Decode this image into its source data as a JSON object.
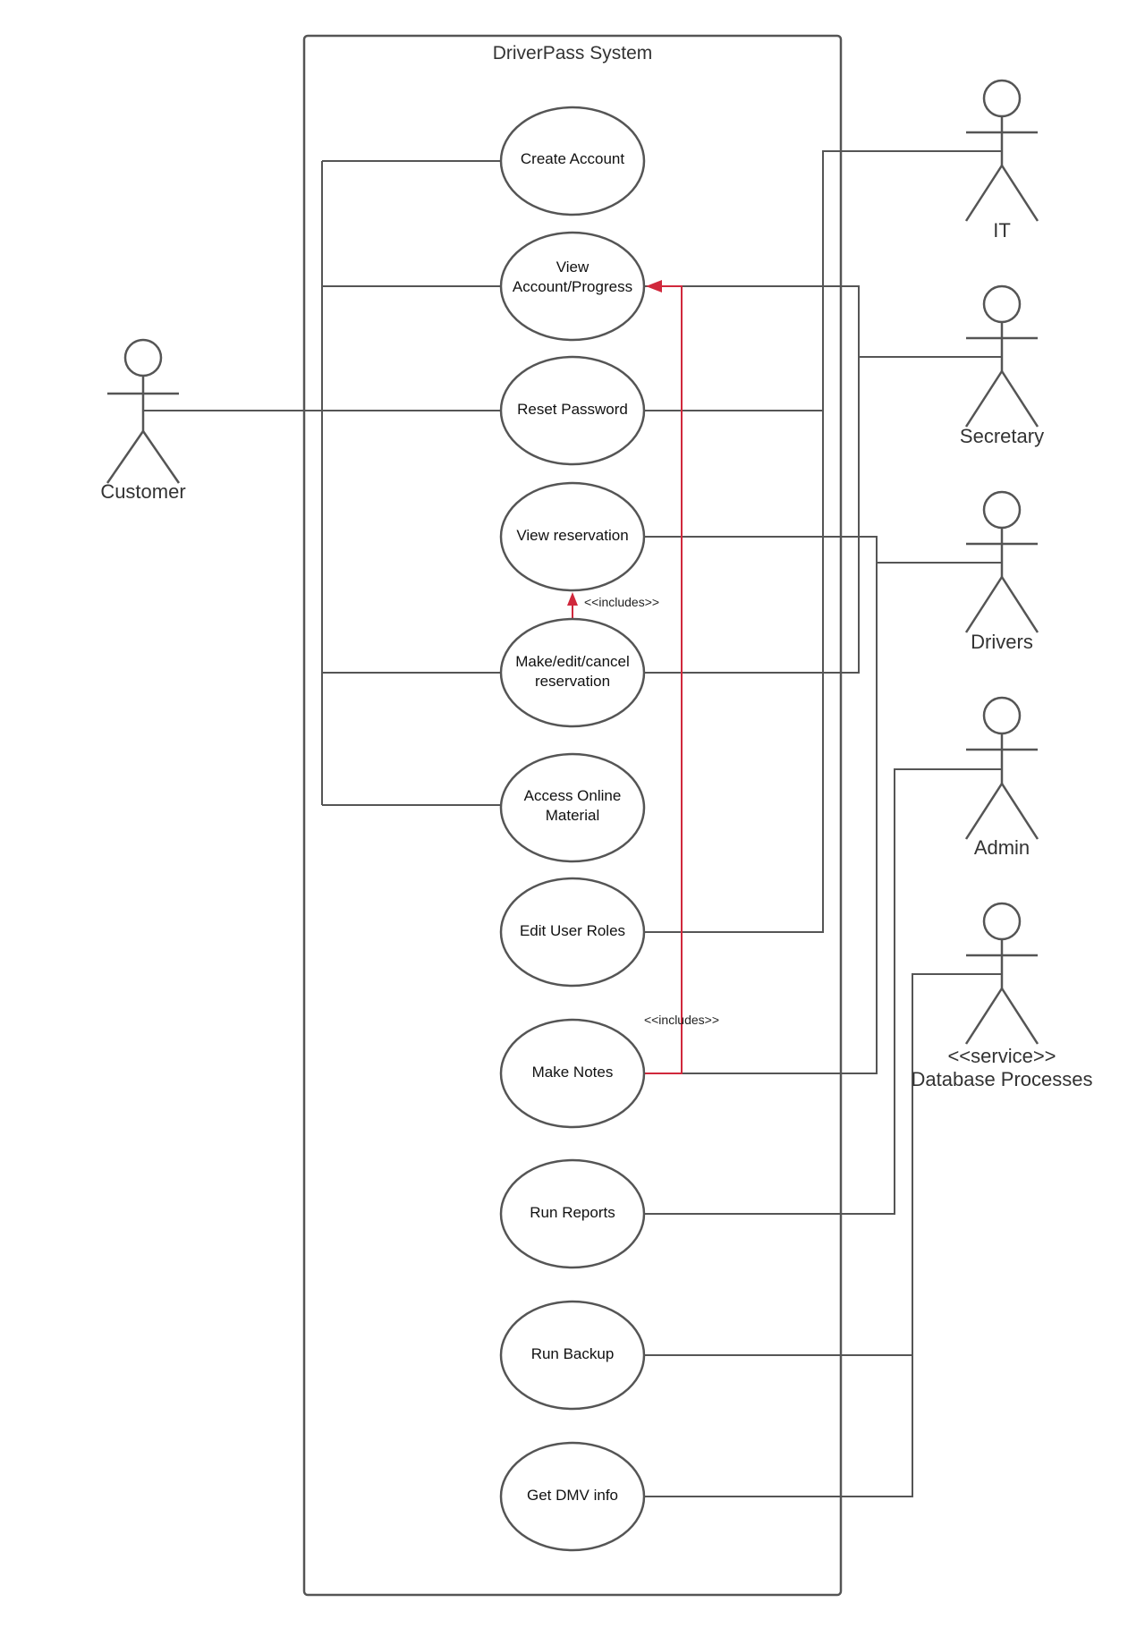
{
  "system": {
    "title": "DriverPass System"
  },
  "use_cases": [
    {
      "id": "create-account",
      "lines": [
        "Create Account"
      ]
    },
    {
      "id": "view-account-progress",
      "lines": [
        "View",
        "Account/Progress"
      ]
    },
    {
      "id": "reset-password",
      "lines": [
        "Reset Password"
      ]
    },
    {
      "id": "view-reservation",
      "lines": [
        "View reservation"
      ]
    },
    {
      "id": "make-edit-cancel-reservation",
      "lines": [
        "Make/edit/cancel",
        "reservation"
      ]
    },
    {
      "id": "access-online-material",
      "lines": [
        "Access Online",
        "Material"
      ]
    },
    {
      "id": "edit-user-roles",
      "lines": [
        "Edit User Roles"
      ]
    },
    {
      "id": "make-notes",
      "lines": [
        "Make Notes"
      ]
    },
    {
      "id": "run-reports",
      "lines": [
        "Run Reports"
      ]
    },
    {
      "id": "run-backup",
      "lines": [
        "Run Backup"
      ]
    },
    {
      "id": "get-dmv-info",
      "lines": [
        "Get DMV info"
      ]
    }
  ],
  "actors": [
    {
      "id": "customer",
      "lines": [
        "Customer"
      ]
    },
    {
      "id": "it",
      "lines": [
        "IT"
      ]
    },
    {
      "id": "secretary",
      "lines": [
        "Secretary"
      ]
    },
    {
      "id": "drivers",
      "lines": [
        "Drivers"
      ]
    },
    {
      "id": "admin",
      "lines": [
        "Admin"
      ]
    },
    {
      "id": "database-processes",
      "lines": [
        "<<service>>",
        "Database Processes"
      ]
    }
  ],
  "relations": [
    {
      "id": "includes-view-reservation",
      "label": "<<includes>>",
      "from": "make-edit-cancel-reservation",
      "to": "view-reservation"
    },
    {
      "id": "includes-view-account",
      "label": "<<includes>>",
      "from": "make-notes",
      "to": "view-account-progress"
    }
  ],
  "colors": {
    "line": "#555555",
    "includes": "#d0283c"
  }
}
